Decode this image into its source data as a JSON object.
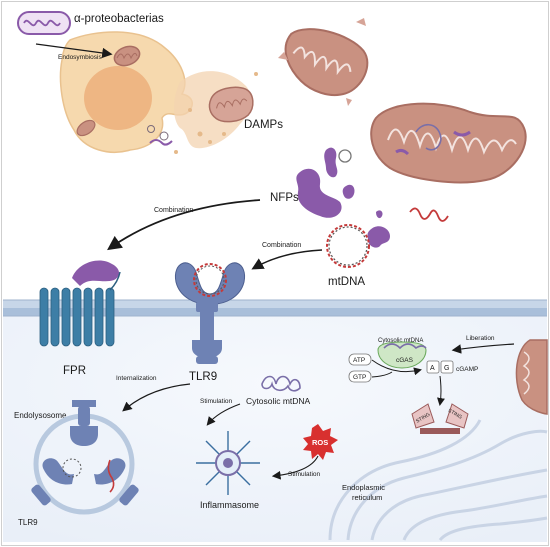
{
  "labels": {
    "proteobacteria": "α-proteobacterias",
    "endosymbiosis": "Endosymbiosis",
    "damps": "DAMPs",
    "nfps": "NFPs",
    "combination_1": "Combination",
    "combination_2": "Combination",
    "mtdna": "mtDNA",
    "fpr": "FPR",
    "tlr9": "TLR9",
    "internalization": "Internalization",
    "endolysosome": "Endolysosome",
    "tlr9_endo": "TLR9",
    "stimulation_1": "Stimulation",
    "cytosolic_mtdna": "Cytosolic mtDNA",
    "stimulation_2": "Stimulation",
    "ros": "ROS",
    "inflammasome": "Inflammasome",
    "cgas_title": "Cytosolic mtDNA",
    "cgas": "cGAS",
    "atp": "ATP",
    "gtp": "GTP",
    "a_letter": "A",
    "g_letter": "G",
    "cgamp": "cGAMP",
    "liberation": "Liberation",
    "sting_1": "STING",
    "sting_2": "STING",
    "er": "Endoplasmic\nreticulum"
  },
  "colors": {
    "cell": "#f6d9ae",
    "nucleus": "#eeb683",
    "mito_outer": "#c99181",
    "mito_inner": "#a96e62",
    "nfp_purple": "#8a5aa9",
    "receptor_blue": "#6e82b4",
    "membrane_blue": "#bccde2",
    "cytoplasm": "#f1f5fb",
    "ros_red": "#d8302f",
    "dna_red": "#c43b3b"
  }
}
